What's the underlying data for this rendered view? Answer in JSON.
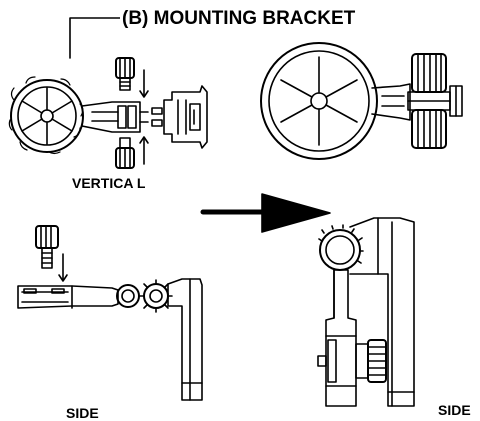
{
  "title": "(B) MOUNTING BRACKET",
  "labels": {
    "vertical": "VERTICA L",
    "side_left": "SIDE",
    "side_right": "SIDE"
  },
  "colors": {
    "ink": "#000000",
    "background": "#ffffff"
  },
  "icons": {
    "arrow": "arrow-right-icon"
  }
}
